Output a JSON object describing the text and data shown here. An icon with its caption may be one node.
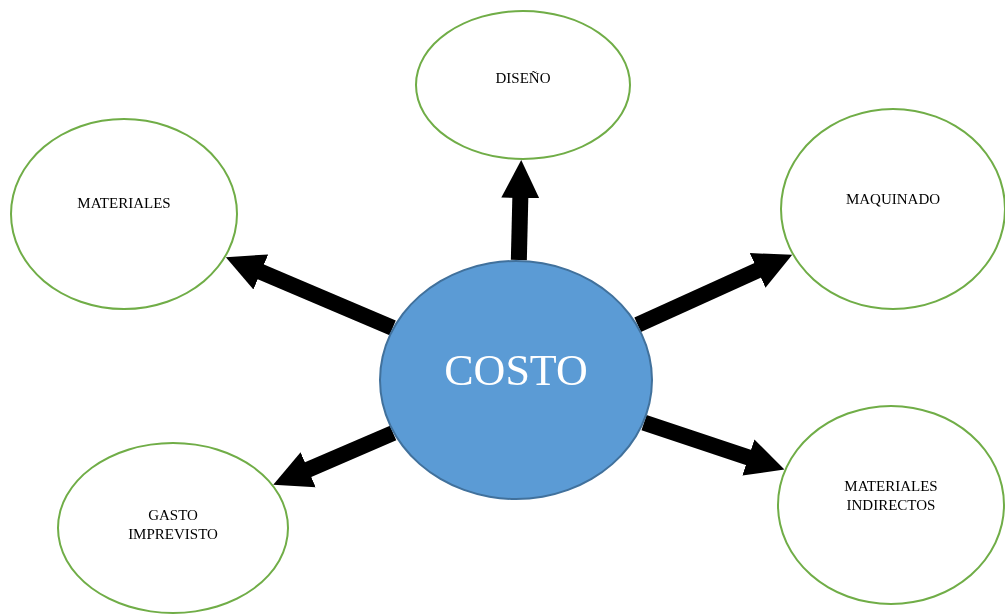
{
  "diagram": {
    "nodes": [
      {
        "text": [
          "COSTO"
        ]
      },
      {
        "text": [
          "DISEÑO"
        ]
      },
      {
        "text": [
          "MATERIALES"
        ]
      },
      {
        "text": [
          "MAQUINADO"
        ]
      },
      {
        "text": [
          "GASTO IMPREVISTO"
        ]
      },
      {
        "text": [
          "MATERIALES INDIRECTOS"
        ]
      }
    ],
    "edges": [
      {
        "from": 0,
        "to": 1,
        "arrow": "to"
      },
      {
        "from": 0,
        "to": 2,
        "arrow": "to"
      },
      {
        "from": 0,
        "to": 3,
        "arrow": "to"
      },
      {
        "from": 0,
        "to": 4,
        "arrow": "to"
      },
      {
        "from": 0,
        "to": 5,
        "arrow": "to"
      }
    ]
  }
}
